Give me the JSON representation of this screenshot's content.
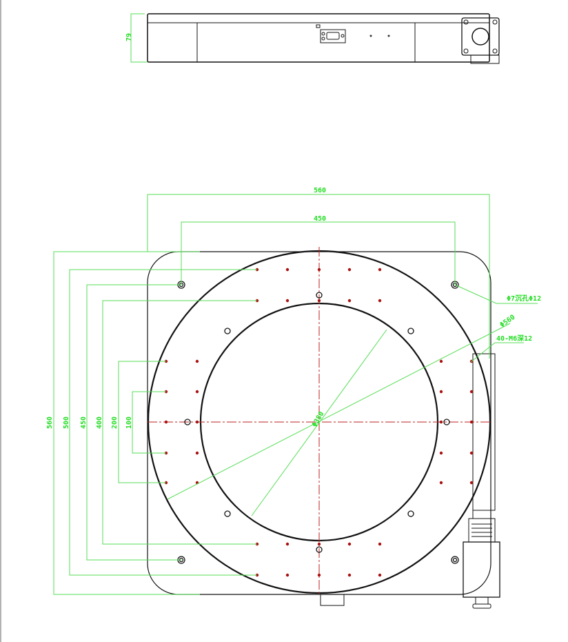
{
  "drawing": {
    "side_view": {
      "height_label": "79"
    },
    "top_view": {
      "overall_width_label": "560",
      "hole_spacing_label": "450",
      "vertical_labels": [
        "560",
        "500",
        "450",
        "400",
        "200",
        "100"
      ],
      "counterbore_note": "Φ7沉孔Φ12",
      "outer_diameter_note": "Φ560",
      "thread_note": "40-M6深12",
      "inner_diameter_note": "Φ380"
    },
    "colors": {
      "dimension": "#22dd22",
      "outline": "#111111",
      "centerline": "#bb2222"
    }
  }
}
